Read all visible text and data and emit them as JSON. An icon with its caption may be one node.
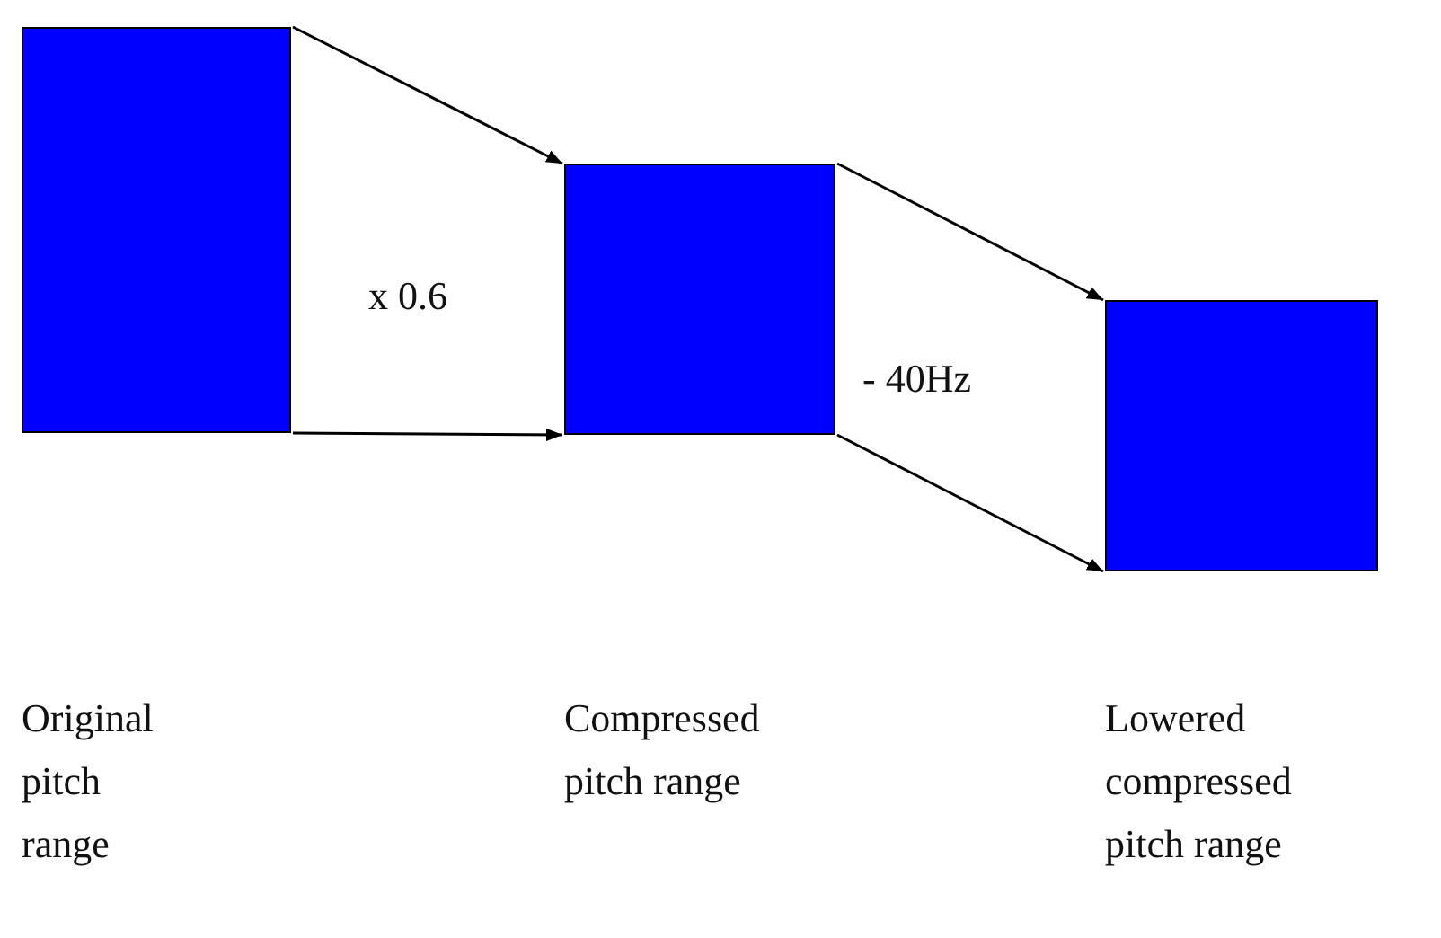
{
  "diagram": {
    "nodes": [
      {
        "text": [],
        "shape": "box"
      },
      {
        "text": [],
        "shape": "box"
      },
      {
        "text": [],
        "shape": "box"
      }
    ],
    "edges": [
      {
        "from": 0,
        "to": 1,
        "arrow": "to"
      },
      {
        "from": 0,
        "to": 1,
        "arrow": "to"
      },
      {
        "from": 1,
        "to": 2,
        "arrow": "to"
      },
      {
        "from": 1,
        "to": 2,
        "arrow": "to"
      }
    ],
    "labels": [
      "x 0.6",
      "- 40Hz",
      "Original pitch range",
      "Compressed pitch range",
      "Lowered compressed pitch range"
    ]
  }
}
